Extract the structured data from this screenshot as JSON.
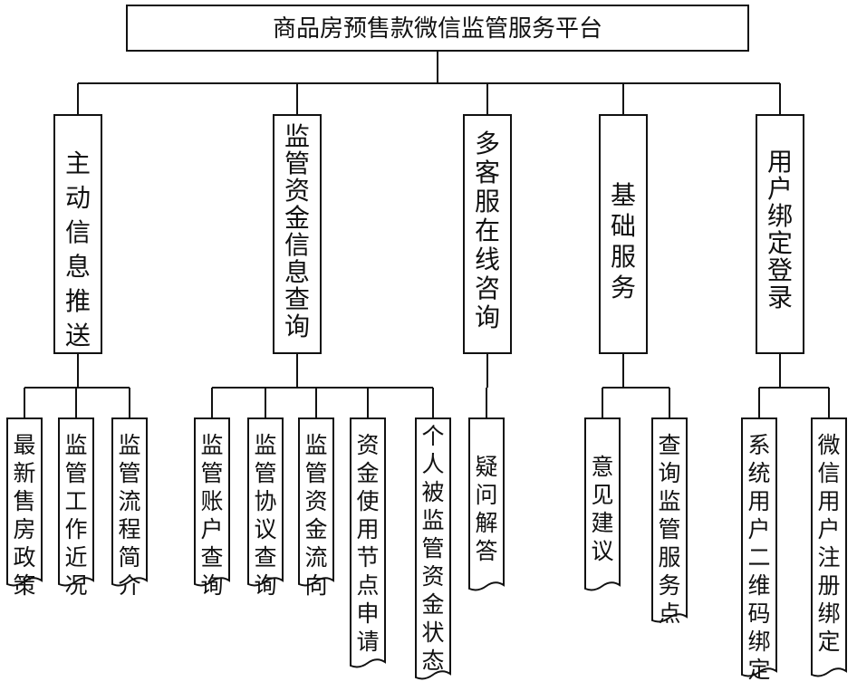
{
  "title": "商品房预售款微信监管服务平台",
  "categories": [
    {
      "label": "主动信息推送",
      "items": [
        "最新售房政策",
        "监管工作近况",
        "监管流程简介"
      ]
    },
    {
      "label": "监管资金信息查询",
      "items": [
        "监管账户查询",
        "监管协议查询",
        "监管资金流向",
        "资金使用节点申请",
        "个人被监管资金状态"
      ]
    },
    {
      "label": "多客服在线咨询",
      "items": [
        "疑问解答"
      ]
    },
    {
      "label": "基础服务",
      "items": [
        "意见建议",
        "查询监管服务点"
      ]
    },
    {
      "label": "用户绑定登录",
      "items": [
        "系统用户二维码绑定",
        "微信用户注册绑定"
      ]
    }
  ],
  "colors": {
    "stroke": "#111111",
    "fill": "#ffffff",
    "text": "#111111"
  }
}
